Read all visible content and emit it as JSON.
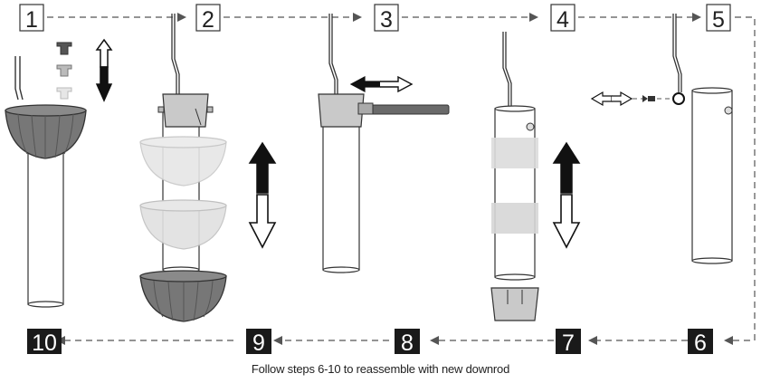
{
  "steps_top": [
    "1",
    "2",
    "3",
    "4",
    "5"
  ],
  "steps_bottom": [
    "6",
    "7",
    "8",
    "9",
    "10"
  ],
  "caption": "Follow steps 6-10 to reassemble with new downrod",
  "colors": {
    "line": "#333333",
    "canopy_fill": "#7a7a7a",
    "canopy_dark": "#5a5a5a",
    "ghost_fill": "#e4e4e4",
    "collar_fill": "#c9c9c9",
    "arrow_fill": "#111111",
    "label_box_dark": "#1a1a1a"
  }
}
